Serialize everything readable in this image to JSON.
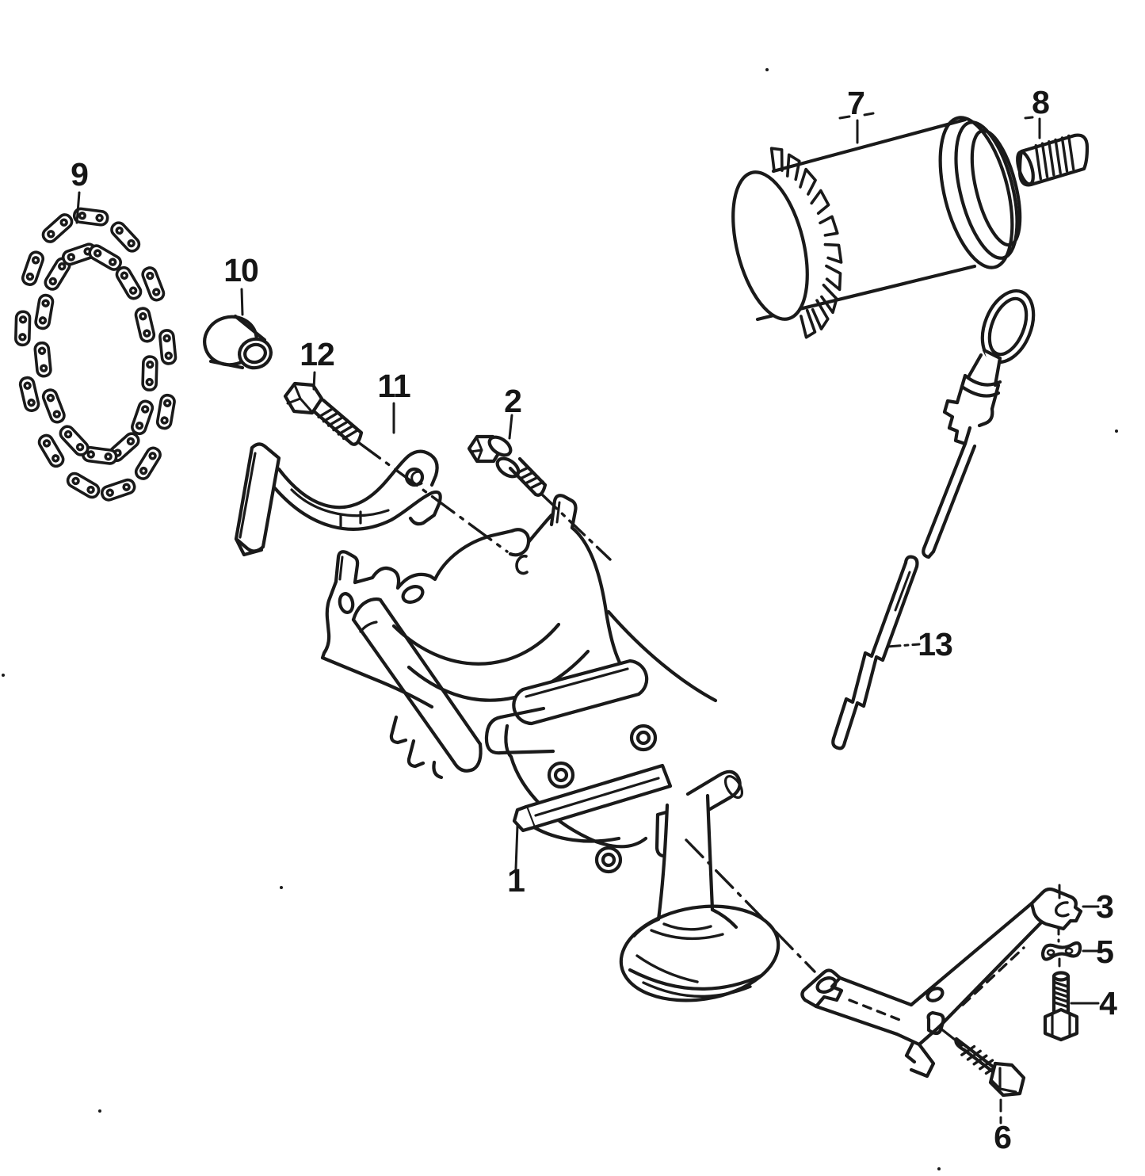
{
  "diagram": {
    "kind": "exploded-parts-line-drawing",
    "background_color": "#ffffff",
    "ink_color": "#1a1a1a",
    "callouts": [
      {
        "label": "1",
        "part": "oil-pump-assembly"
      },
      {
        "label": "2",
        "part": "hex-bolt-with-washer"
      },
      {
        "label": "3",
        "part": "bracket-tab"
      },
      {
        "label": "4",
        "part": "hex-bolt-vertical"
      },
      {
        "label": "5",
        "part": "wave-washer"
      },
      {
        "label": "6",
        "part": "hex-bolt-angled"
      },
      {
        "label": "7",
        "part": "oil-filter"
      },
      {
        "label": "8",
        "part": "threaded-plug"
      },
      {
        "label": "9",
        "part": "drive-chain"
      },
      {
        "label": "10",
        "part": "bushing"
      },
      {
        "label": "11",
        "part": "chain-tensioner"
      },
      {
        "label": "12",
        "part": "tensioner-bolt"
      },
      {
        "label": "13",
        "part": "oil-dipstick"
      }
    ]
  }
}
